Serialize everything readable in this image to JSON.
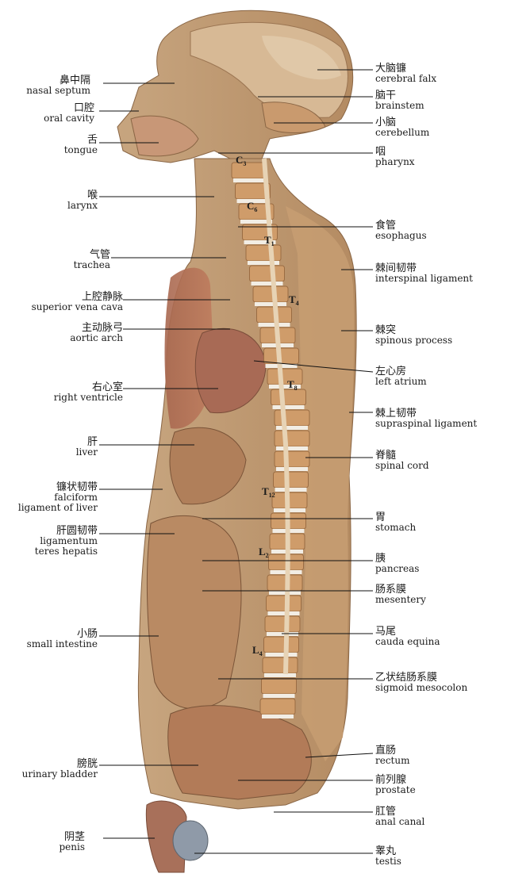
{
  "vertebra_labels": [
    {
      "id": "c3",
      "text": "C3"
    },
    {
      "id": "c6",
      "text": "C6"
    },
    {
      "id": "t1",
      "text": "T1"
    },
    {
      "id": "t4",
      "text": "T4"
    },
    {
      "id": "t8",
      "text": "T8"
    },
    {
      "id": "t12",
      "text": "T12"
    },
    {
      "id": "l2",
      "text": "L2"
    },
    {
      "id": "l4",
      "text": "L4"
    }
  ],
  "left_labels": [
    {
      "zh": "鼻中隔",
      "en": "nasal septum"
    },
    {
      "zh": "口腔",
      "en": "oral cavity"
    },
    {
      "zh": "舌",
      "en": "tongue"
    },
    {
      "zh": "喉",
      "en": "larynx"
    },
    {
      "zh": "气管",
      "en": "trachea"
    },
    {
      "zh": "上腔静脉",
      "en": "superior vena cava"
    },
    {
      "zh": "主动脉弓",
      "en": "aortic arch"
    },
    {
      "zh": "右心室",
      "en": "right ventricle"
    },
    {
      "zh": "肝",
      "en": "liver"
    },
    {
      "zh": "镰状韧带",
      "en": "falciform ligament of liver"
    },
    {
      "zh": "肝圆韧带",
      "en": "ligamentum teres hepatis"
    },
    {
      "zh": "小肠",
      "en": "small intestine"
    },
    {
      "zh": "膀胱",
      "en": "urinary bladder"
    },
    {
      "zh": "阴茎",
      "en": "penis"
    }
  ],
  "right_labels": [
    {
      "zh": "大脑镰",
      "en": "cerebral falx"
    },
    {
      "zh": "脑干",
      "en": "brainstem"
    },
    {
      "zh": "小脑",
      "en": "cerebellum"
    },
    {
      "zh": "咽",
      "en": "pharynx"
    },
    {
      "zh": "食管",
      "en": "esophagus"
    },
    {
      "zh": "棘间韧带",
      "en": "interspinal ligament"
    },
    {
      "zh": "棘突",
      "en": "spinous process"
    },
    {
      "zh": "左心房",
      "en": "left atrium"
    },
    {
      "zh": "棘上韧带",
      "en": "supraspinal ligament"
    },
    {
      "zh": "脊髓",
      "en": "spinal cord"
    },
    {
      "zh": "胃",
      "en": "stomach"
    },
    {
      "zh": "胰",
      "en": "pancreas"
    },
    {
      "zh": "肠系膜",
      "en": "mesentery"
    },
    {
      "zh": "马尾",
      "en": "cauda equina"
    },
    {
      "zh": "乙状结肠系膜",
      "en": "sigmoid mesocolon"
    },
    {
      "zh": "直肠",
      "en": "rectum"
    },
    {
      "zh": "前列腺",
      "en": "prostate"
    },
    {
      "zh": "肛管",
      "en": "anal canal"
    },
    {
      "zh": "睾丸",
      "en": "testis"
    }
  ]
}
